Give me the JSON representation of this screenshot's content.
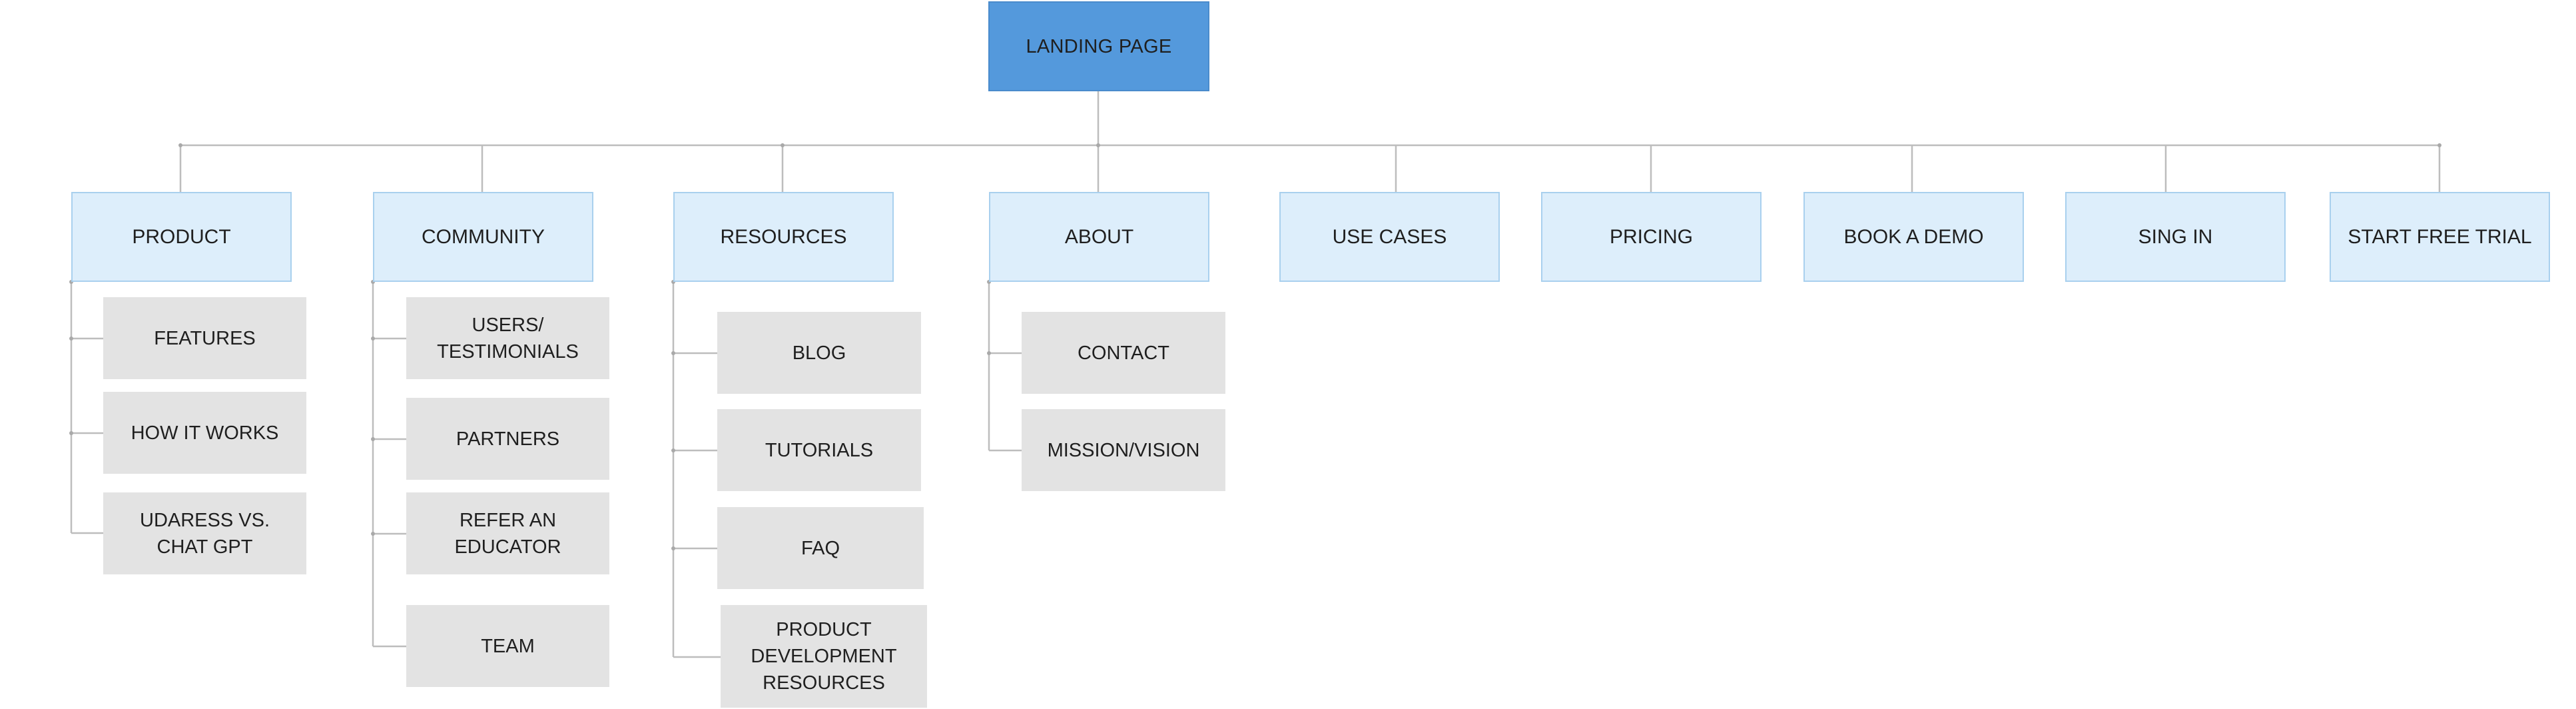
{
  "diagram": {
    "root": {
      "label": "LANDING PAGE"
    },
    "sections": [
      {
        "label": "PRODUCT",
        "children": [
          "FEATURES",
          "HOW IT WORKS",
          "UDARESS VS. CHAT GPT"
        ]
      },
      {
        "label": "COMMUNITY",
        "children": [
          "USERS/ TESTIMONIALS",
          "PARTNERS",
          "REFER AN EDUCATOR",
          "TEAM"
        ]
      },
      {
        "label": "RESOURCES",
        "children": [
          "BLOG",
          "TUTORIALS",
          "FAQ",
          "PRODUCT DEVELOPMENT RESOURCES"
        ]
      },
      {
        "label": "ABOUT",
        "children": [
          "CONTACT",
          "MISSION/VISION"
        ]
      },
      {
        "label": "USE CASES",
        "children": []
      },
      {
        "label": "PRICING",
        "children": []
      },
      {
        "label": "BOOK A DEMO",
        "children": []
      },
      {
        "label": "SING IN",
        "children": []
      },
      {
        "label": "START FREE TRIAL",
        "children": []
      }
    ]
  }
}
